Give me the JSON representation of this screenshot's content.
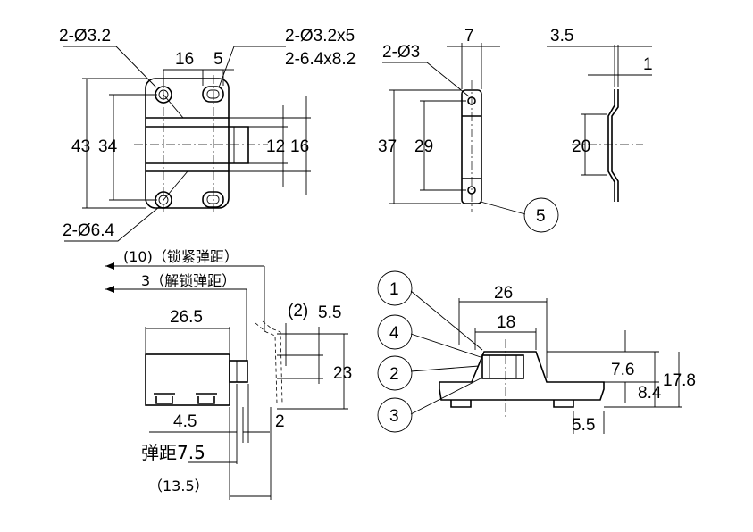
{
  "labels": {
    "hole_a": "2-Ø3.2",
    "slot_a": "2-Ø3.2x5",
    "slot_b": "2-6.4x8.2",
    "dim_16_top": "16",
    "dim_5_top": "5",
    "dim_43": "43",
    "dim_34": "34",
    "dim_12": "12",
    "dim_16_right": "16",
    "hole_b": "2-Ø6.4",
    "hole_c": "2-Ø3",
    "dim_7": "7",
    "dim_37": "37",
    "dim_29": "29",
    "balloon_5": "5",
    "dim_3_5": "3.5",
    "dim_1": "1",
    "dim_20": "20",
    "lock_travel": "(10)（锁紧弹距）",
    "unlock_travel": "3（解锁弹距）",
    "dim_26_5": "26.5",
    "dim_2_paren": "(2)",
    "dim_5_5_top": "5.5",
    "dim_23": "23",
    "dim_4_5": "4.5",
    "dim_2_bottom": "2",
    "spring_travel": "弹距7.5",
    "dim_13_5": "（13.5）",
    "dim_26": "26",
    "dim_18": "18",
    "dim_7_6": "7.6",
    "dim_17_8": "17.8",
    "dim_8_4": "8.4",
    "dim_5_5_bottom": "5.5",
    "balloon_1": "1",
    "balloon_4": "4",
    "balloon_2": "2",
    "balloon_3": "3"
  }
}
